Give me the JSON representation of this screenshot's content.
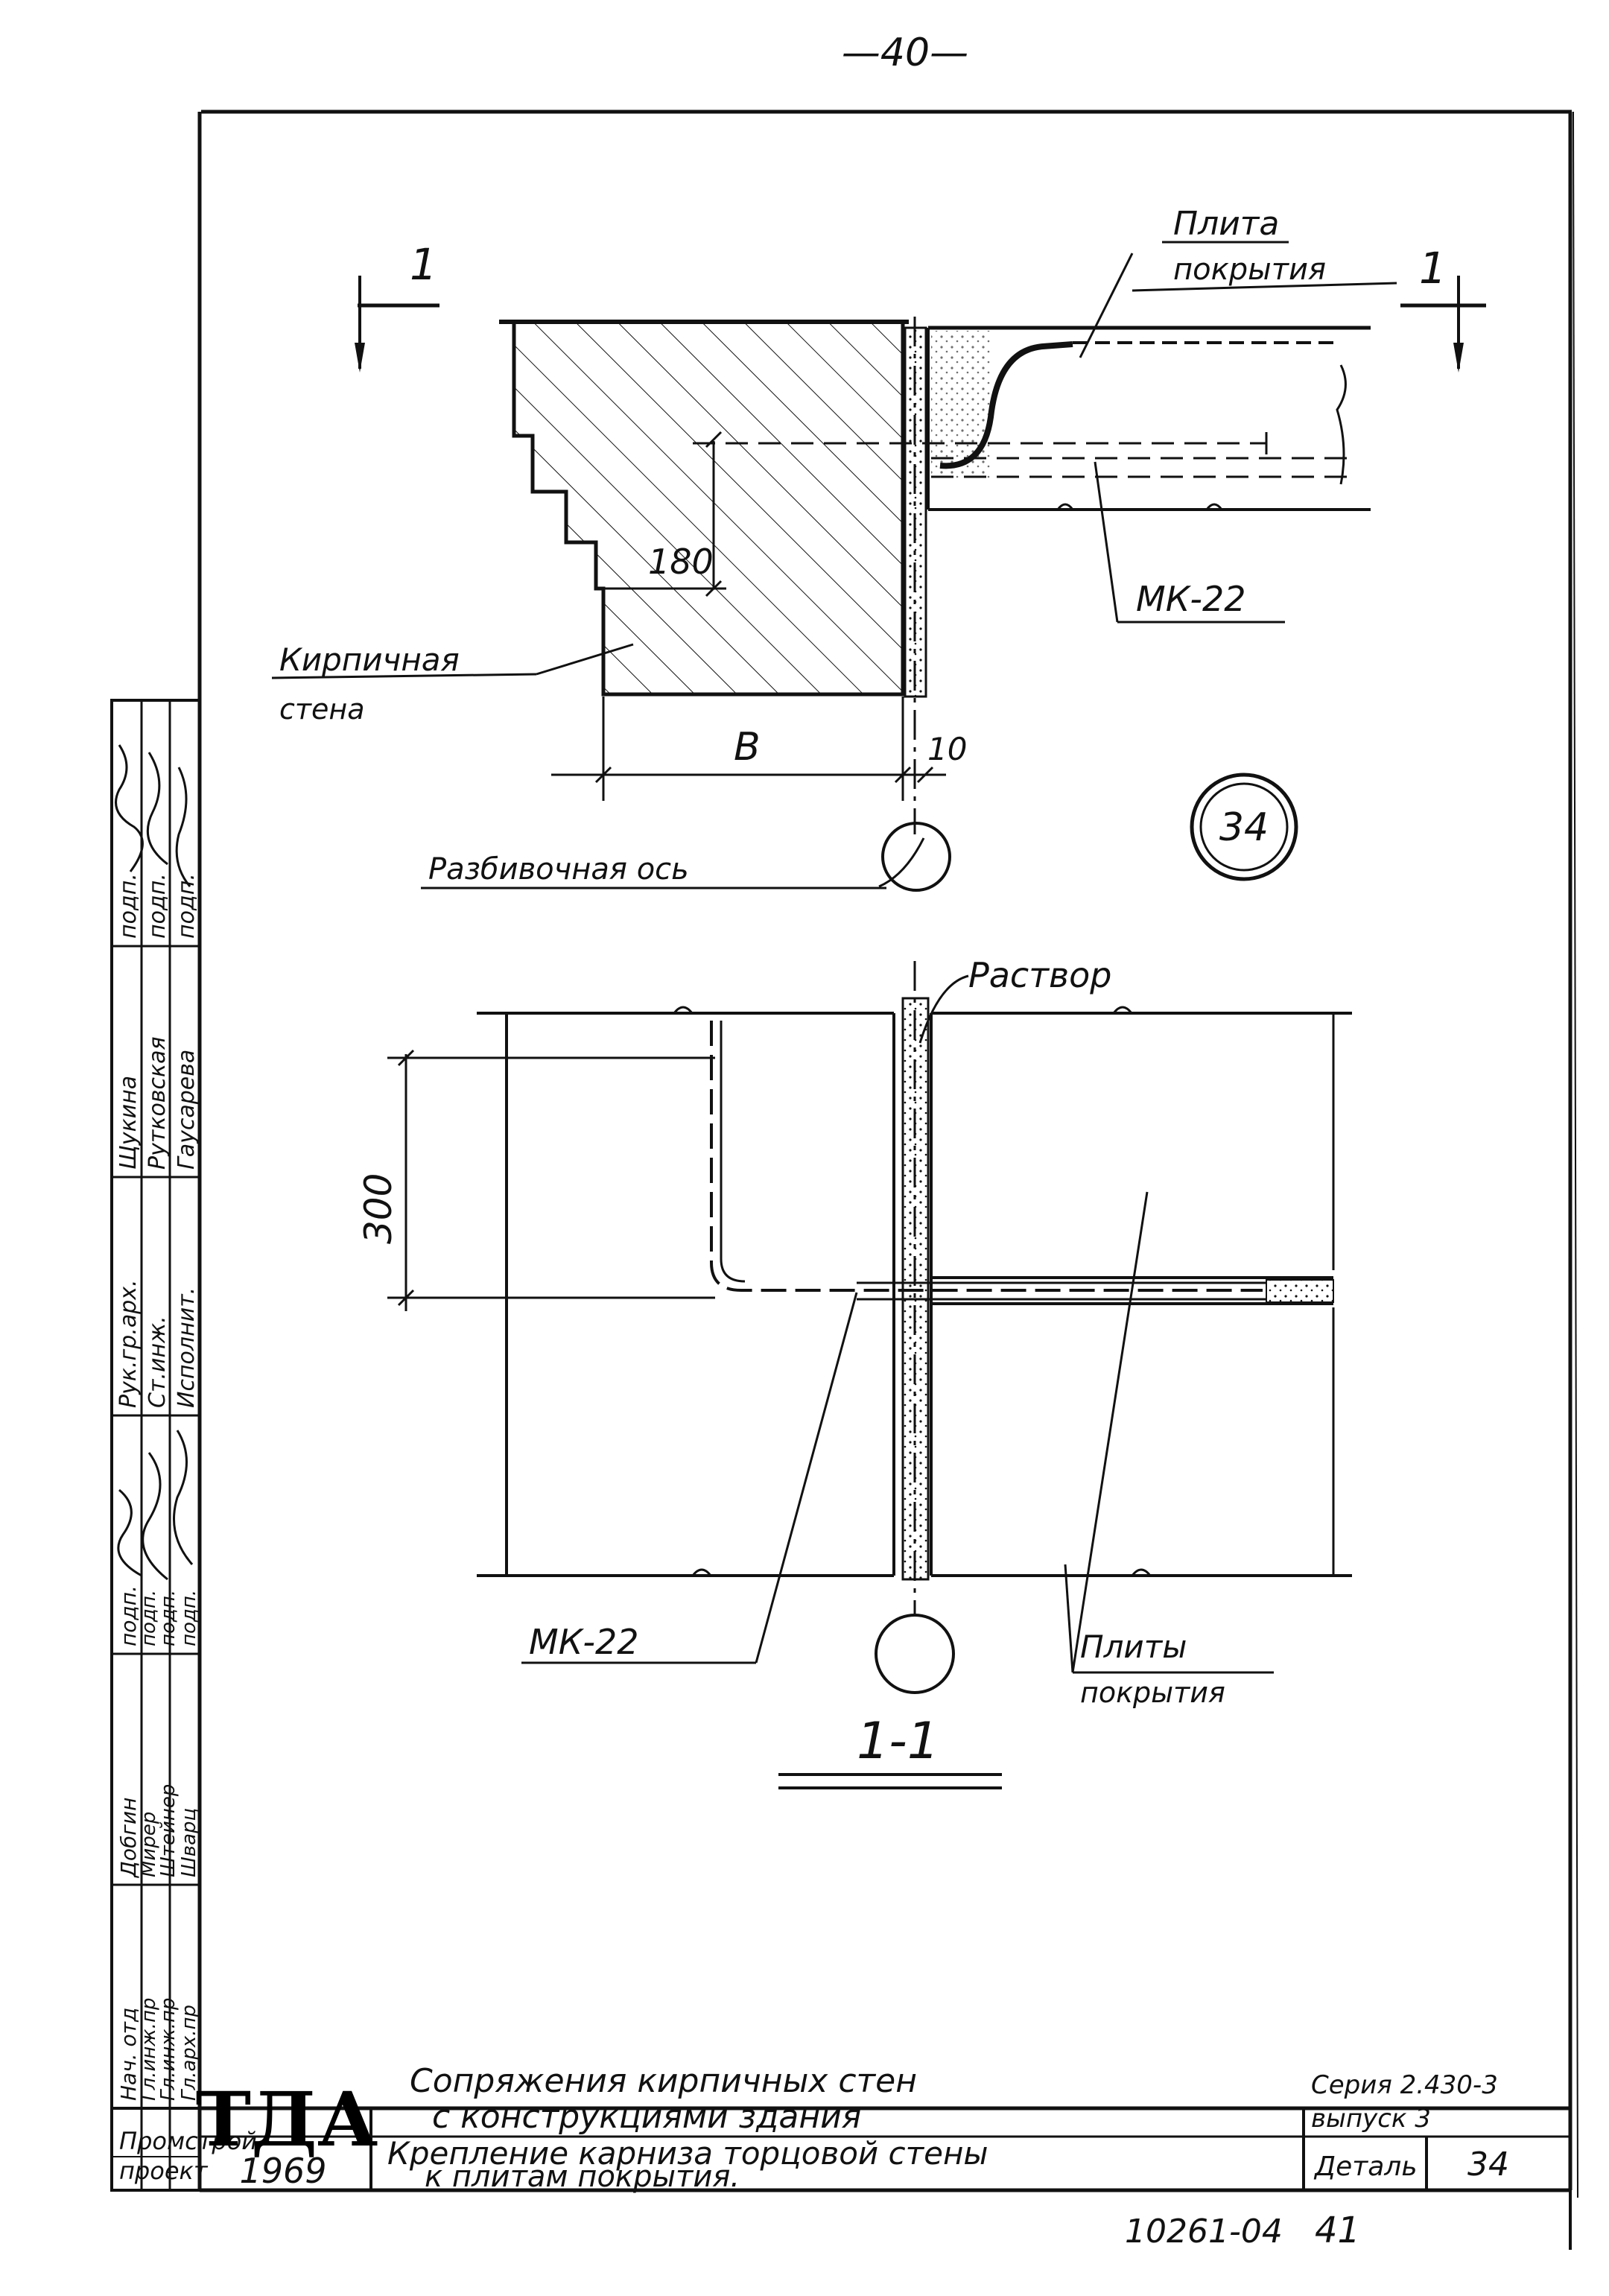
{
  "page_number": "—40—",
  "section_view": {
    "cut_marker_left": "1",
    "cut_marker_right": "1",
    "label_slab": [
      "Плита",
      "покрытия"
    ],
    "label_mk_top": "МК-22",
    "label_wall": [
      "Кирпичная",
      "стена"
    ],
    "dim_180": "180",
    "dim_b": "B",
    "dim_10": "10",
    "label_axis": "Разбивочная ось",
    "detail_number": "34"
  },
  "plan_view": {
    "label_mortar": "Раствор",
    "dim_300": "300",
    "label_mk_bottom": "МК-22",
    "label_slabs": [
      "Плиты",
      "покрытия"
    ],
    "section_label": "1-1"
  },
  "stamp_column": {
    "rows": [
      {
        "role": "Нач. отд",
        "name": "Добгин",
        "sign": "подп."
      },
      {
        "role": "Гл.инж.пр",
        "name": "Мирер",
        "sign": "подп."
      },
      {
        "role": "Гл.инж.пр",
        "name": "Штейнер",
        "sign": "подп."
      },
      {
        "role": "Гл.арх.пр",
        "name": "Шварц",
        "sign": "подп."
      },
      {
        "role": "Рук.гр.арх.",
        "name": "Щукина",
        "sign": "подп."
      },
      {
        "role": "Ст.инж.",
        "name": "Рутковская",
        "sign": "подп."
      },
      {
        "role": "Исполнит.",
        "name": "Гаусарева",
        "sign": "подп."
      }
    ],
    "org": [
      "Промстрой",
      "проект"
    ]
  },
  "title_block": {
    "logo": "ТДА",
    "year": "1969",
    "title_main": [
      "Сопряжения кирпичных стен",
      "с конструкциями здания"
    ],
    "title_sub": [
      "Крепление карниза торцовой стены",
      "к плитам покрытия."
    ],
    "series": [
      "Серия 2.430-3",
      "выпуск 3"
    ],
    "detail_label": "Деталь",
    "detail_number": "34"
  },
  "footer_code": "10261-04",
  "footer_sheet": "41"
}
